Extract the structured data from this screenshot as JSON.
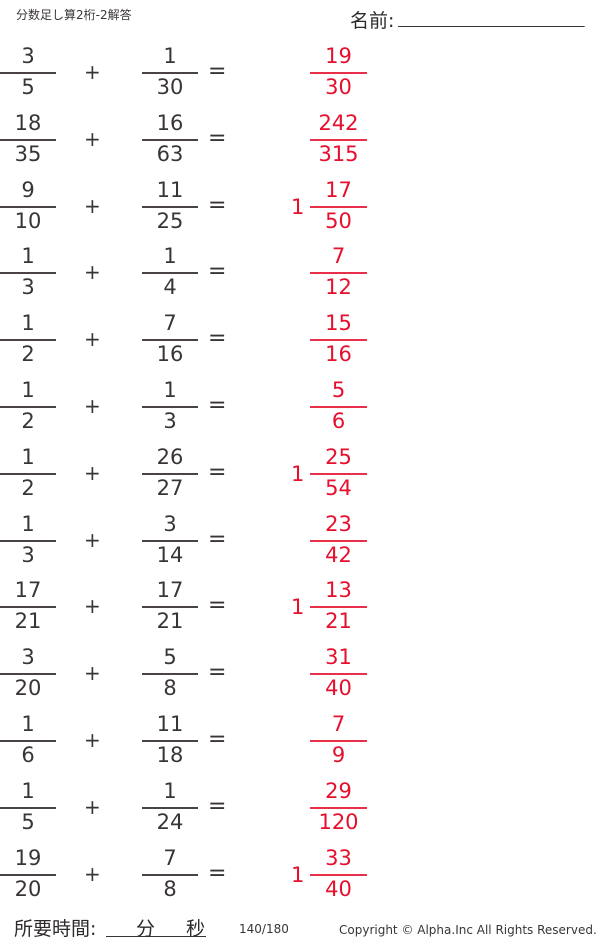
{
  "header": {
    "title": "分数足し算2桁-2解答",
    "name_label": "名前:",
    "name_value": ""
  },
  "problems": [
    {
      "a": {
        "num": "3",
        "den": "5"
      },
      "op": "+",
      "b": {
        "num": "1",
        "den": "30"
      },
      "eq": "=",
      "answer": {
        "whole": "",
        "num": "19",
        "den": "30"
      }
    },
    {
      "a": {
        "num": "18",
        "den": "35"
      },
      "op": "+",
      "b": {
        "num": "16",
        "den": "63"
      },
      "eq": "=",
      "answer": {
        "whole": "",
        "num": "242",
        "den": "315"
      }
    },
    {
      "a": {
        "num": "9",
        "den": "10"
      },
      "op": "+",
      "b": {
        "num": "11",
        "den": "25"
      },
      "eq": "=",
      "answer": {
        "whole": "1",
        "num": "17",
        "den": "50"
      }
    },
    {
      "a": {
        "num": "1",
        "den": "3"
      },
      "op": "+",
      "b": {
        "num": "1",
        "den": "4"
      },
      "eq": "=",
      "answer": {
        "whole": "",
        "num": "7",
        "den": "12"
      }
    },
    {
      "a": {
        "num": "1",
        "den": "2"
      },
      "op": "+",
      "b": {
        "num": "7",
        "den": "16"
      },
      "eq": "=",
      "answer": {
        "whole": "",
        "num": "15",
        "den": "16"
      }
    },
    {
      "a": {
        "num": "1",
        "den": "2"
      },
      "op": "+",
      "b": {
        "num": "1",
        "den": "3"
      },
      "eq": "=",
      "answer": {
        "whole": "",
        "num": "5",
        "den": "6"
      }
    },
    {
      "a": {
        "num": "1",
        "den": "2"
      },
      "op": "+",
      "b": {
        "num": "26",
        "den": "27"
      },
      "eq": "=",
      "answer": {
        "whole": "1",
        "num": "25",
        "den": "54"
      }
    },
    {
      "a": {
        "num": "1",
        "den": "3"
      },
      "op": "+",
      "b": {
        "num": "3",
        "den": "14"
      },
      "eq": "=",
      "answer": {
        "whole": "",
        "num": "23",
        "den": "42"
      }
    },
    {
      "a": {
        "num": "17",
        "den": "21"
      },
      "op": "+",
      "b": {
        "num": "17",
        "den": "21"
      },
      "eq": "=",
      "answer": {
        "whole": "1",
        "num": "13",
        "den": "21"
      }
    },
    {
      "a": {
        "num": "3",
        "den": "20"
      },
      "op": "+",
      "b": {
        "num": "5",
        "den": "8"
      },
      "eq": "=",
      "answer": {
        "whole": "",
        "num": "31",
        "den": "40"
      }
    },
    {
      "a": {
        "num": "1",
        "den": "6"
      },
      "op": "+",
      "b": {
        "num": "11",
        "den": "18"
      },
      "eq": "=",
      "answer": {
        "whole": "",
        "num": "7",
        "den": "9"
      }
    },
    {
      "a": {
        "num": "1",
        "den": "5"
      },
      "op": "+",
      "b": {
        "num": "1",
        "den": "24"
      },
      "eq": "=",
      "answer": {
        "whole": "",
        "num": "29",
        "den": "120"
      }
    },
    {
      "a": {
        "num": "19",
        "den": "20"
      },
      "op": "+",
      "b": {
        "num": "7",
        "den": "8"
      },
      "eq": "=",
      "answer": {
        "whole": "1",
        "num": "33",
        "den": "40"
      }
    }
  ],
  "footer": {
    "time_label": "所要時間:",
    "minutes_unit": "分",
    "seconds_unit": "秒",
    "page": "140/180",
    "copyright": "Copyright ©  Alpha.Inc All Rights Reserved."
  },
  "colors": {
    "text": "#3a3535",
    "answer": "#e60f2d"
  }
}
